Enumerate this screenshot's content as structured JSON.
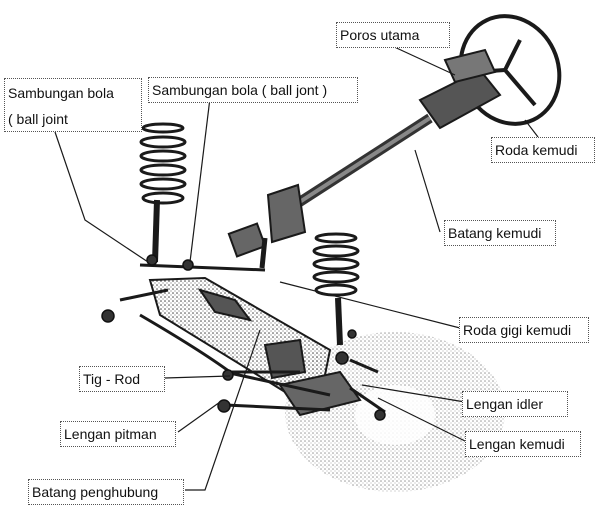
{
  "labels": {
    "poros_utama": "Poros utama",
    "roda_kemudi": "Roda kemudi",
    "sambungan_bola_left_1": "Sambungan bola",
    "sambungan_bola_left_2": "( ball joint",
    "sambungan_bola_top": "Sambungan bola ( ball jont )",
    "batang_kemudi": "Batang kemudi",
    "roda_gigi_kemudi": "Roda gigi kemudi",
    "tig_rod": "Tig - Rod",
    "lengan_idler": "Lengan idler",
    "lengan_pitman": "Lengan pitman",
    "lengan_kemudi": "Lengan kemudi",
    "batang_penghubung": "Batang penghubung"
  },
  "colors": {
    "ink": "#1a1a1a",
    "shade": "#8a8a8a",
    "background": "#ffffff"
  }
}
